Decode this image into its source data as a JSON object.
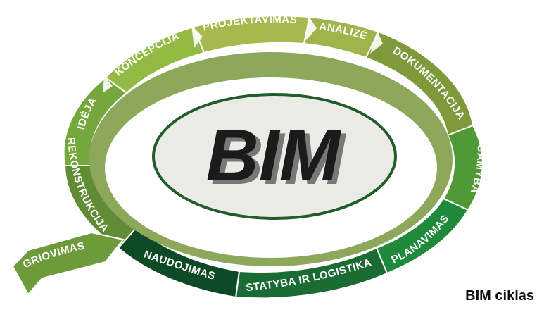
{
  "center_label": "BIM",
  "caption": "BIM ciklas",
  "colors": {
    "ring_inner": "#8da85a",
    "ring_shadow": "#5f7a36",
    "center_fill": "#ebebe6",
    "center_stroke": "#1f5d2a"
  },
  "phases": [
    {
      "label": "IDĖJA",
      "color": "#74a83c"
    },
    {
      "label": "KONCEPCIJA",
      "color": "#93bb43"
    },
    {
      "label": "PROJEKTAVIMAS",
      "color": "#a7b84e"
    },
    {
      "label": "ANALIZĖ",
      "color": "#9fb44a"
    },
    {
      "label": "DOKUMENTACIJA",
      "color": "#7f9a3b"
    },
    {
      "label": "GAMYBA",
      "color": "#4e9a34"
    },
    {
      "label": "PLANAVIMAS",
      "color": "#1f8a3b"
    },
    {
      "label": "STATYBA IR LOGISTIKA",
      "color": "#1a6b34"
    },
    {
      "label": "NAUDOJIMAS",
      "color": "#0f4a27"
    },
    {
      "label": "REKONSTRUKCIJA",
      "color": "#5f8c34"
    },
    {
      "label": "GRIOVIMAS",
      "color": "#6d9a3a"
    }
  ]
}
